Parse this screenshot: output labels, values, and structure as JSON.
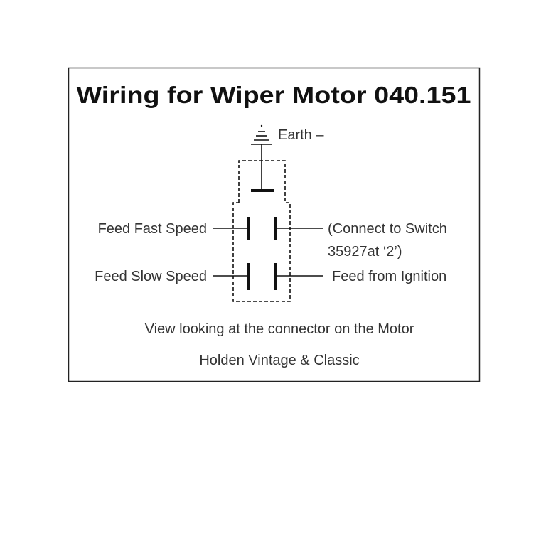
{
  "title": "Wiring for Wiper Motor 040.151",
  "earth_label": "Earth –",
  "left_terminals": [
    "Feed Fast Speed",
    "Feed Slow Speed"
  ],
  "right_terminals": [
    "(Connect to Switch",
    "35927at ‘2’)",
    "Feed from Ignition"
  ],
  "caption": "View looking at the connector on the Motor",
  "credit": "Holden Vintage & Classic"
}
